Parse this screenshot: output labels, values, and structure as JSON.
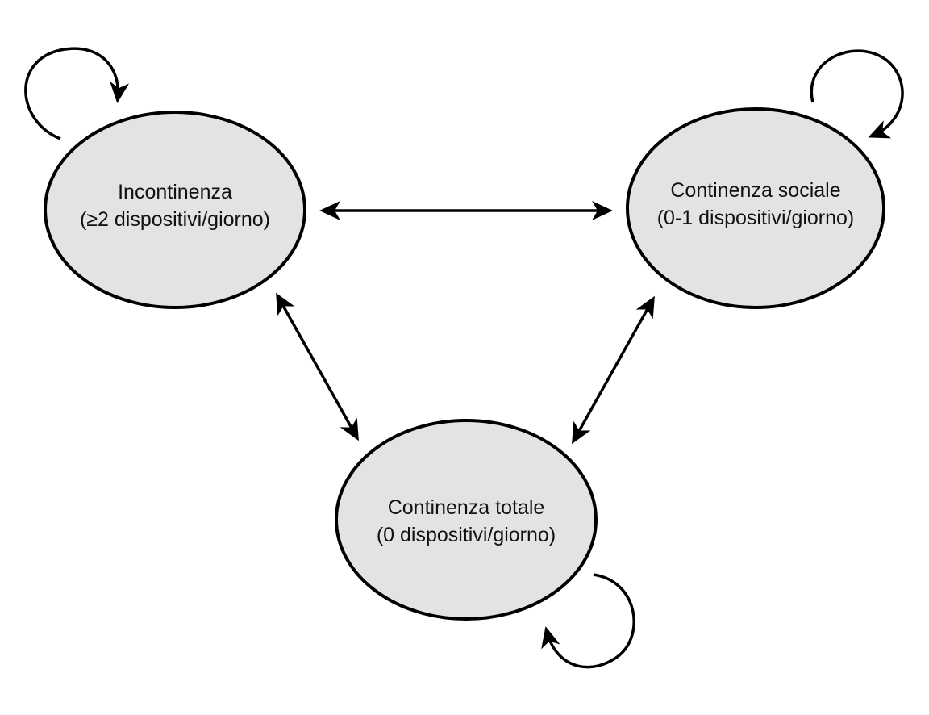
{
  "diagram": {
    "states": [
      {
        "id": "incontinenza",
        "title": "Incontinenza",
        "subtitle": "(≥2 dispositivi/giorno)"
      },
      {
        "id": "continenza-sociale",
        "title": "Continenza sociale",
        "subtitle": "(0-1 dispositivi/giorno)"
      },
      {
        "id": "continenza-totale",
        "title": "Continenza totale",
        "subtitle": "(0 dispositivi/giorno)"
      }
    ],
    "transitions": [
      {
        "from": "incontinenza",
        "to": "continenza-sociale",
        "bidirectional": true
      },
      {
        "from": "incontinenza",
        "to": "continenza-totale",
        "bidirectional": true
      },
      {
        "from": "continenza-sociale",
        "to": "continenza-totale",
        "bidirectional": true
      }
    ],
    "self_loops": [
      "incontinenza",
      "continenza-sociale",
      "continenza-totale"
    ],
    "colors": {
      "state_fill": "#e3e3e3",
      "stroke": "#000000",
      "background": "#ffffff"
    }
  }
}
